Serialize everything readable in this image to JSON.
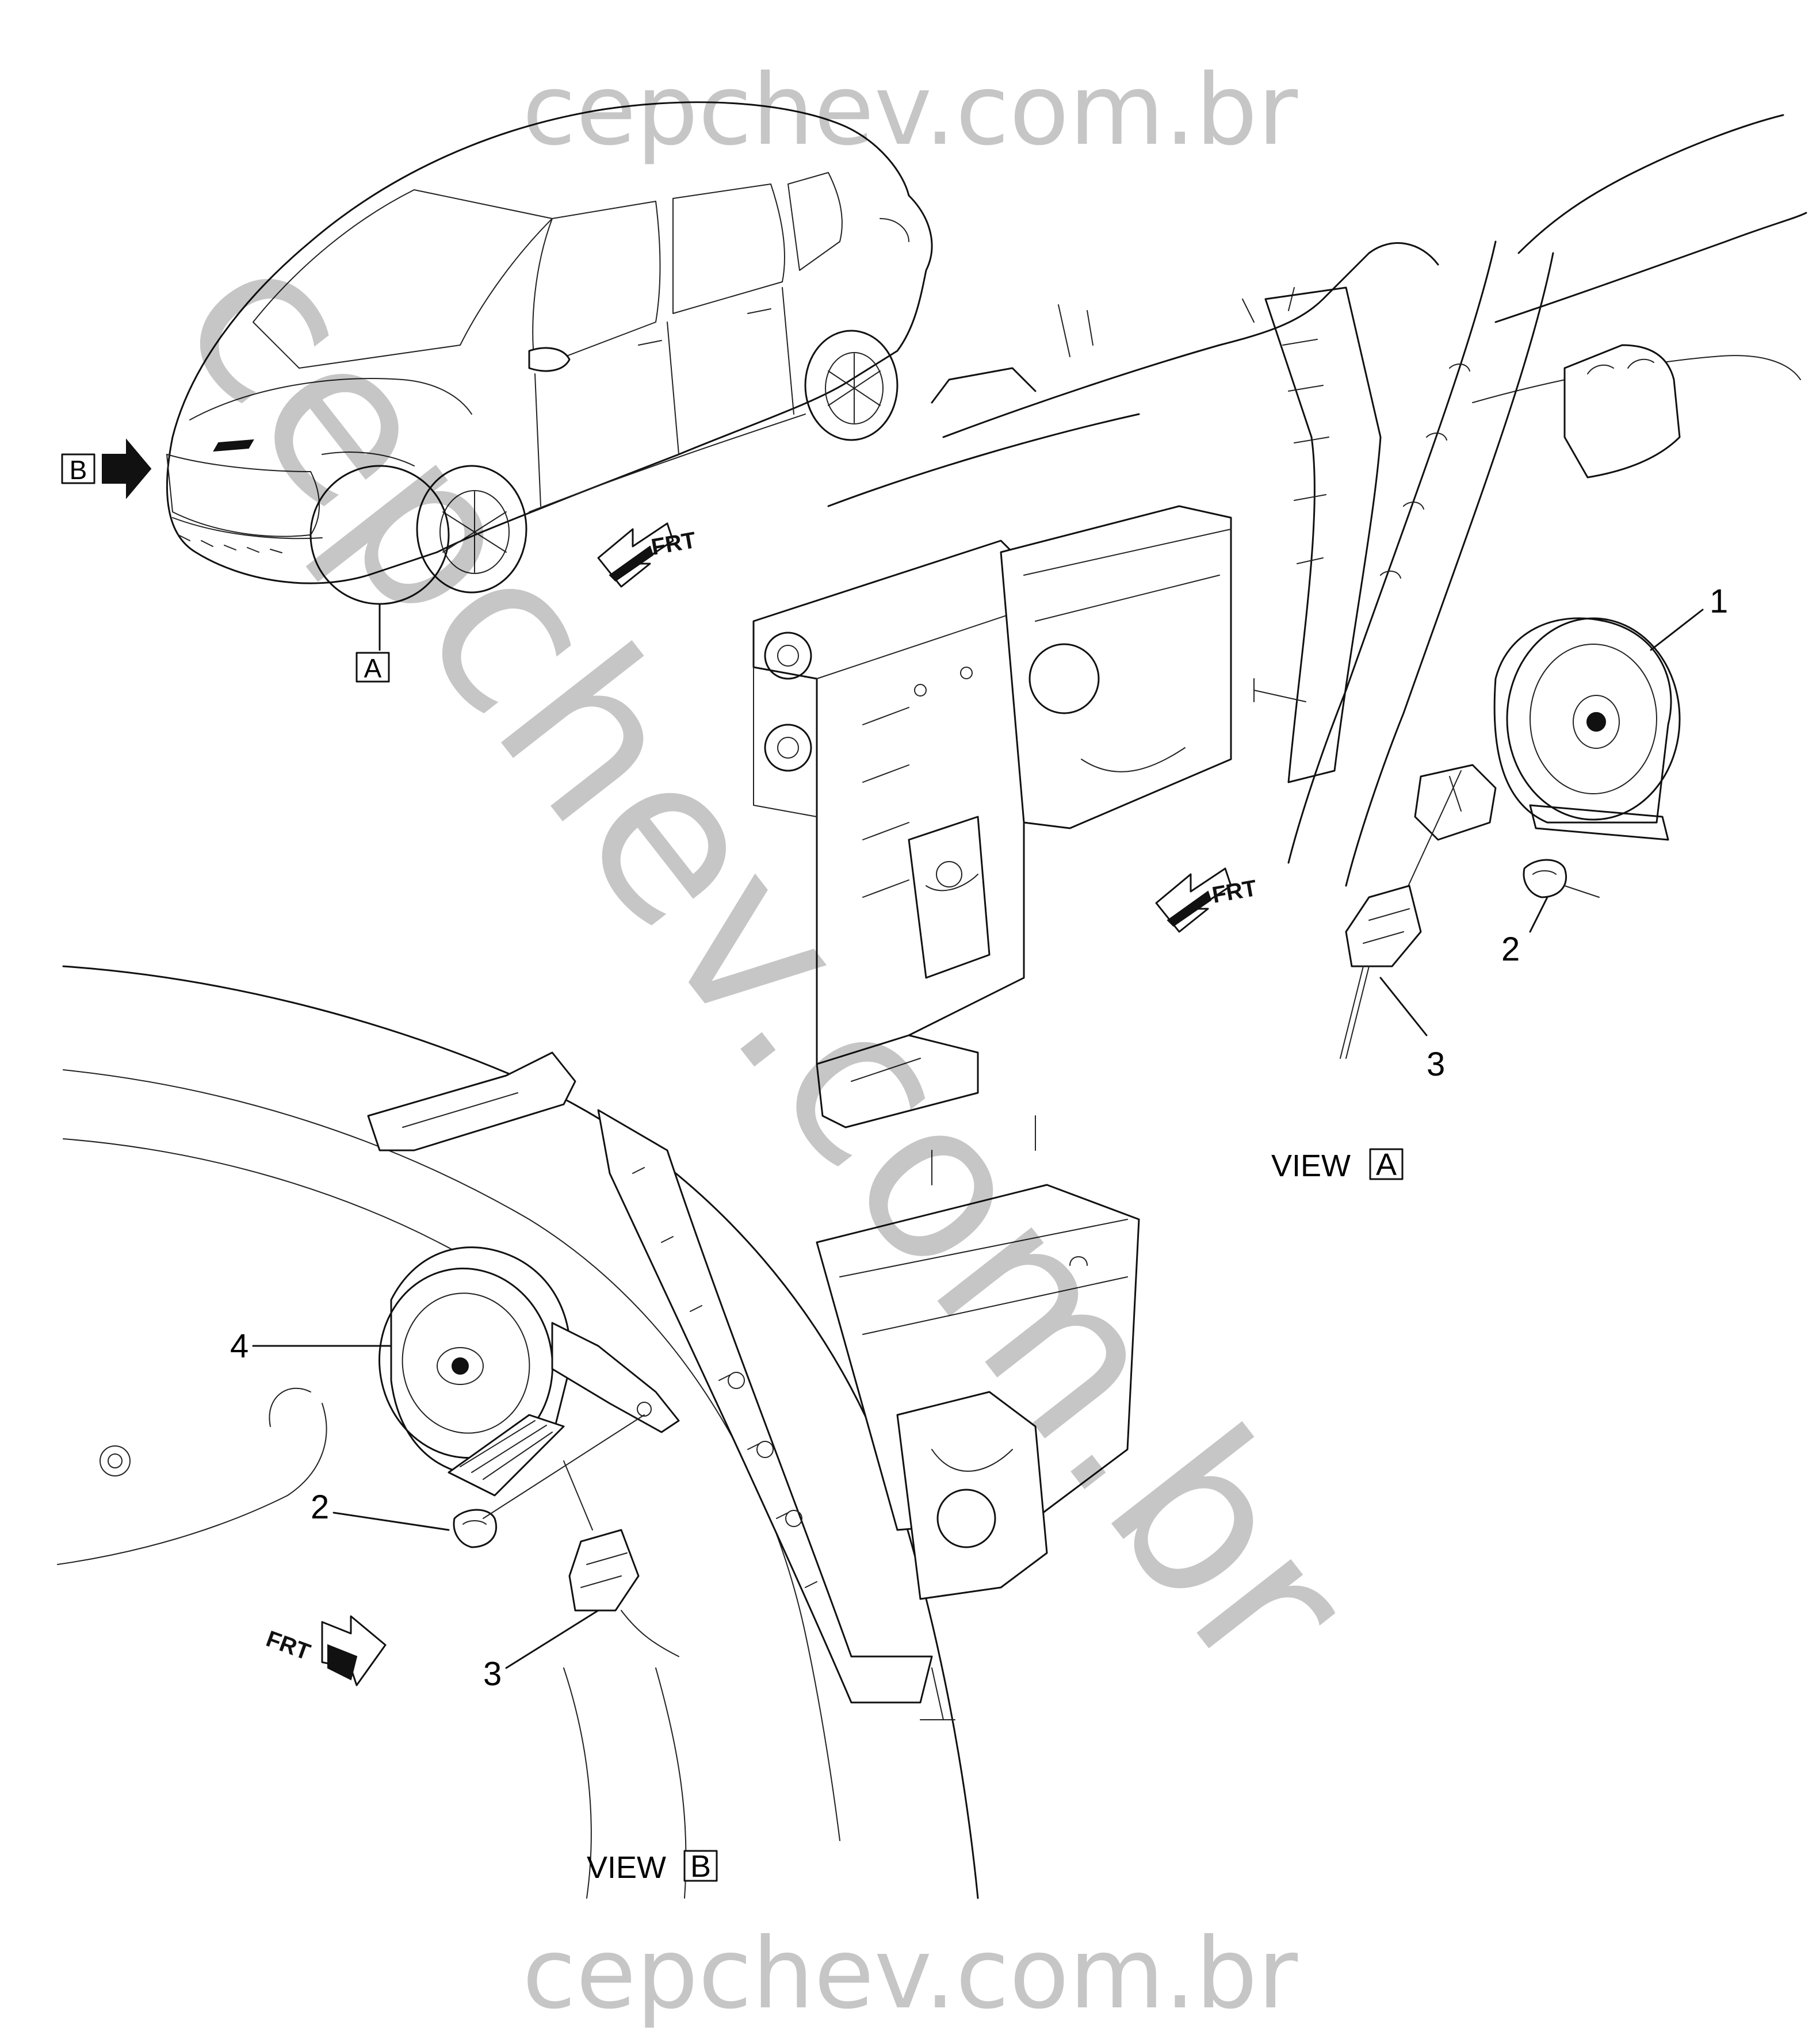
{
  "watermark": {
    "top": "cepchev.com.br",
    "diagonal": "cepchev.com.br",
    "bottom": "cepchev.com.br"
  },
  "views": {
    "a_label": "VIEW",
    "a_box": "A",
    "b_label": "VIEW",
    "b_box": "B"
  },
  "car_markers": {
    "b_box": "B",
    "a_box": "A"
  },
  "direction_label": "FRT",
  "callouts": {
    "view_a": [
      "1",
      "2",
      "3"
    ],
    "view_b": [
      "4",
      "2",
      "3"
    ]
  }
}
